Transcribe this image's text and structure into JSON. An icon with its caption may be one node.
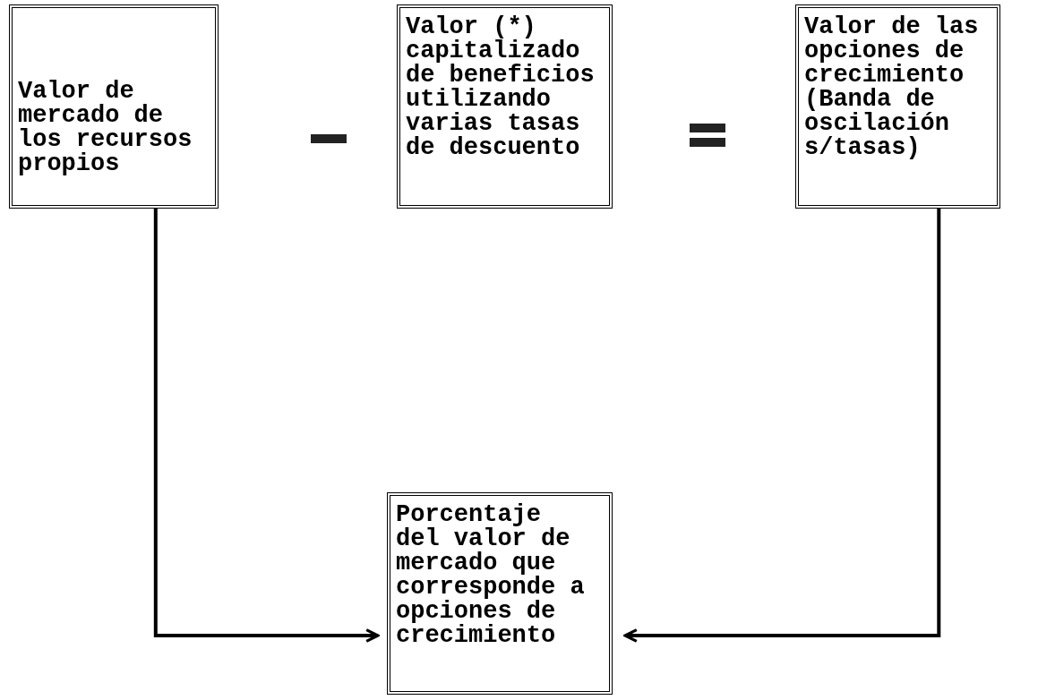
{
  "diagram": {
    "nodes": [
      {
        "text": [
          "Valor de mercado de los recursos propios"
        ]
      },
      {
        "text": [
          "Valor (*) capitalizado de beneficios utilizando varias tasas de descuento"
        ]
      },
      {
        "text": [
          "Valor de las opciones de crecimiento (Banda de oscilación s/tasas)"
        ]
      },
      {
        "text": [
          "Porcentaje del valor de mercado que corresponde a opciones de crecimiento"
        ]
      }
    ],
    "edges": [
      {
        "from": 0,
        "to": 3,
        "arrow": "to"
      },
      {
        "from": 2,
        "to": 3,
        "arrow": "to"
      }
    ]
  }
}
